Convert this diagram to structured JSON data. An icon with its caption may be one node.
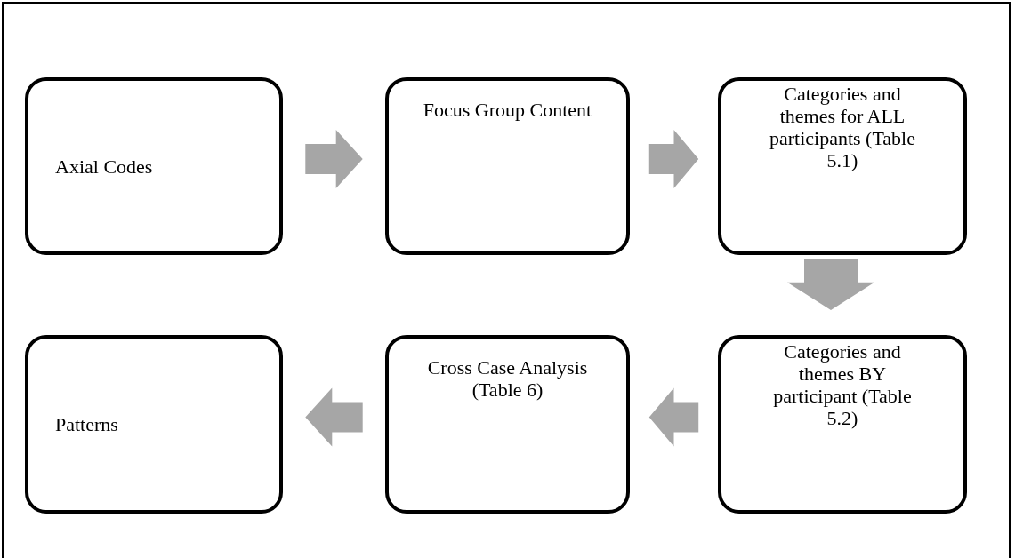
{
  "diagram": {
    "nodes": [
      {
        "text": [
          "Axial Codes"
        ]
      },
      {
        "text": [
          "Focus Group Content"
        ]
      },
      {
        "text": [
          "Categories and themes for ALL participants (Table 5.1)"
        ]
      },
      {
        "text": [
          "Categories and themes BY participant (Table 5.2)"
        ]
      },
      {
        "text": [
          "Cross Case Analysis (Table 6)"
        ]
      },
      {
        "text": [
          "Patterns"
        ]
      }
    ],
    "edges": [
      {
        "from": 0,
        "to": 1,
        "arrow": "to"
      },
      {
        "from": 1,
        "to": 2,
        "arrow": "to"
      },
      {
        "from": 2,
        "to": 3,
        "arrow": "to"
      },
      {
        "from": 3,
        "to": 4,
        "arrow": "to"
      },
      {
        "from": 4,
        "to": 5,
        "arrow": "to"
      }
    ]
  }
}
